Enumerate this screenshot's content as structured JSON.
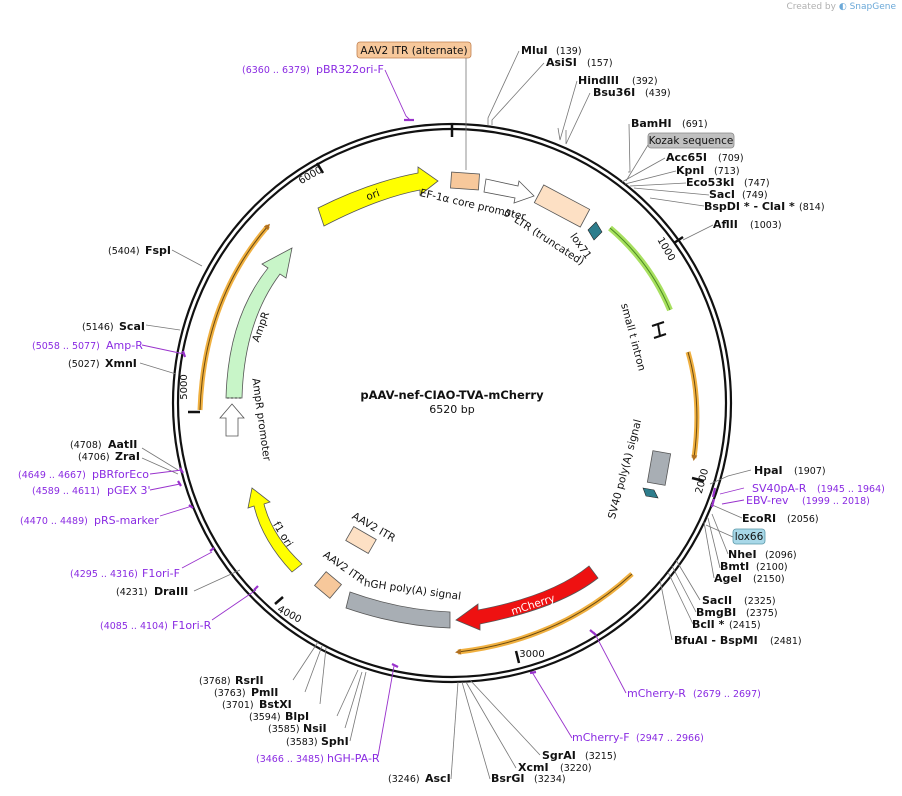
{
  "credit": {
    "prefix": "Created by",
    "brand": "SnapGene"
  },
  "map": {
    "name": "pAAV-nef-CIAO-TVA-mCherry",
    "size": "6520 bp"
  },
  "ticks": [
    {
      "label": "1000",
      "pos": 1000
    },
    {
      "label": "2000",
      "pos": 2000
    },
    {
      "label": "3000",
      "pos": 3000
    },
    {
      "label": "4000",
      "pos": 4000
    },
    {
      "label": "5000",
      "pos": 5000
    },
    {
      "label": "6000",
      "pos": 6000
    }
  ],
  "sites": [
    {
      "name": "MluI",
      "pos": "(139)"
    },
    {
      "name": "AsiSI",
      "pos": "(157)"
    },
    {
      "name": "HindIII",
      "pos": "(392)"
    },
    {
      "name": "Bsu36I",
      "pos": "(439)"
    },
    {
      "name": "BamHI",
      "pos": "(691)"
    },
    {
      "name": "Acc65I",
      "pos": "(709)"
    },
    {
      "name": "KpnI",
      "pos": "(713)"
    },
    {
      "name": "Eco53kI",
      "pos": "(747)"
    },
    {
      "name": "SacI",
      "pos": "(749)"
    },
    {
      "name": "BspDI * - ClaI *",
      "pos": "(814)"
    },
    {
      "name": "AflII",
      "pos": "(1003)"
    },
    {
      "name": "HpaI",
      "pos": "(1907)"
    },
    {
      "name": "EcoRI",
      "pos": "(2056)"
    },
    {
      "name": "NheI",
      "pos": "(2096)"
    },
    {
      "name": "BmtI",
      "pos": "(2100)"
    },
    {
      "name": "AgeI",
      "pos": "(2150)"
    },
    {
      "name": "SacII",
      "pos": "(2325)"
    },
    {
      "name": "BmgBI",
      "pos": "(2375)"
    },
    {
      "name": "BclI *",
      "pos": "(2415)"
    },
    {
      "name": "BfuAI - BspMI",
      "pos": "(2481)"
    },
    {
      "name": "SgrAI",
      "pos": "(3215)"
    },
    {
      "name": "XcmI",
      "pos": "(3220)"
    },
    {
      "name": "BsrGI",
      "pos": "(3234)"
    },
    {
      "name": "AscI",
      "pos": "(3246)"
    },
    {
      "name": "SphI",
      "pos": "(3583)"
    },
    {
      "name": "NsiI",
      "pos": "(3585)"
    },
    {
      "name": "BlpI",
      "pos": "(3594)"
    },
    {
      "name": "BstXI",
      "pos": "(3701)"
    },
    {
      "name": "PmlI",
      "pos": "(3763)"
    },
    {
      "name": "RsrII",
      "pos": "(3768)"
    },
    {
      "name": "DraIII",
      "pos": "(4231)"
    },
    {
      "name": "ZraI",
      "pos": "(4706)"
    },
    {
      "name": "AatII",
      "pos": "(4708)"
    },
    {
      "name": "XmnI",
      "pos": "(5027)"
    },
    {
      "name": "ScaI",
      "pos": "(5146)"
    },
    {
      "name": "FspI",
      "pos": "(5404)"
    }
  ],
  "primers": [
    {
      "name": "pBR322ori-F",
      "pos": "(6360 .. 6379)"
    },
    {
      "name": "SV40pA-R",
      "pos": "(1945 .. 1964)"
    },
    {
      "name": "EBV-rev",
      "pos": "(1999 .. 2018)"
    },
    {
      "name": "mCherry-R",
      "pos": "(2679 .. 2697)"
    },
    {
      "name": "mCherry-F",
      "pos": "(2947 .. 2966)"
    },
    {
      "name": "hGH-PA-R",
      "pos": "(3466 .. 3485)"
    },
    {
      "name": "F1ori-R",
      "pos": "(4085 .. 4104)"
    },
    {
      "name": "F1ori-F",
      "pos": "(4295 .. 4316)"
    },
    {
      "name": "pRS-marker",
      "pos": "(4470 .. 4489)"
    },
    {
      "name": "pGEX 3'",
      "pos": "(4589 .. 4611)"
    },
    {
      "name": "pBRforEco",
      "pos": "(4649 .. 4667)"
    },
    {
      "name": "Amp-R",
      "pos": "(5058 .. 5077)"
    }
  ],
  "features": {
    "aav2_itr_alt": "AAV2 ITR (alternate)",
    "kozak": "Kozak sequence",
    "lox66": "lox66",
    "ef1a": "EF-1α core promoter",
    "ltr": "5' LTR (truncated)",
    "lox71": "lox71",
    "small_t": "small t intron",
    "sv40": "SV40 poly(A) signal",
    "mcherry": "mCherry",
    "hgh": "hGH poly(A) signal",
    "aav2_itr_1": "AAV2 ITR",
    "aav2_itr_2": "AAV2 ITR",
    "f1ori": "f1 ori",
    "ampr_prom": "AmpR promoter",
    "ampr": "AmpR",
    "ori": "ori"
  },
  "colors": {
    "itr": "#f7c89b",
    "kozak": "#c0c0c0",
    "lox": "#2e7d8c",
    "lox66": "#a8d8e8",
    "ltr": "#fde0c4",
    "mcherry": "#ee1111",
    "hgh": "#a8aeb4",
    "f1ori": "#ffff00",
    "ampr": "#c8f5c8",
    "ori": "#ffff00",
    "orf": "#f0b040",
    "primer": "#9932cc"
  }
}
